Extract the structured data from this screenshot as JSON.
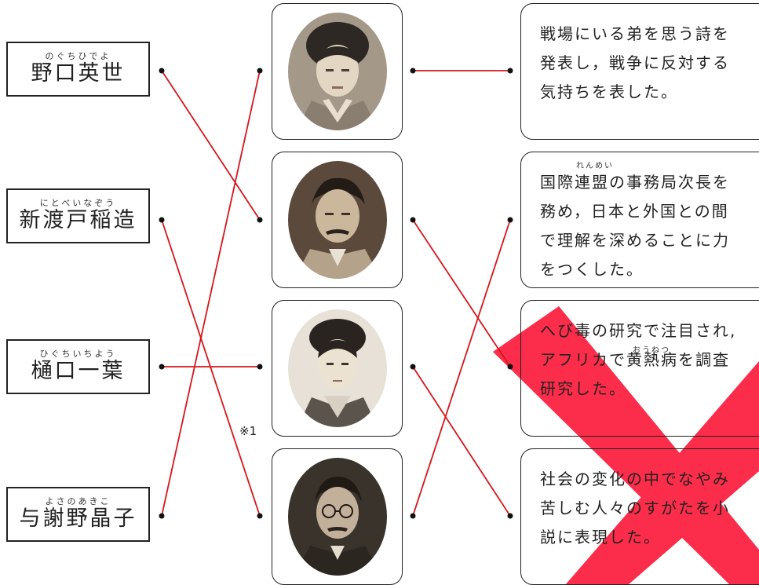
{
  "colors": {
    "line": "#d6151b",
    "watermark": "#fb2d4a",
    "dot": "#111111"
  },
  "names": [
    {
      "ruby": "のぐちひでよ",
      "name": "野口英世"
    },
    {
      "ruby": "にとべいなぞう",
      "name": "新渡戸稲造"
    },
    {
      "ruby": "ひぐちいちよう",
      "name": "樋口一葉"
    },
    {
      "ruby": "よさのあきこ",
      "name": "与謝野晶子"
    }
  ],
  "photos": [
    {
      "icon": "portrait-woman-kimono"
    },
    {
      "icon": "portrait-man-mustache"
    },
    {
      "icon": "portrait-young-woman"
    },
    {
      "icon": "portrait-man-glasses"
    }
  ],
  "descriptions": [
    {
      "ruby": "",
      "text": "戦場にいる弟を思う詩を\n発表し，戦争に反対する\n気持ちを表した。"
    },
    {
      "ruby": "れんめい",
      "text": "国際連盟の事務局次長を\n務め，日本と外国との間\nで理解を深めることに力\nをつくした。"
    },
    {
      "ruby": "おうねつ",
      "text": "へび毒の研究で注目され,\nアフリカで黄熱病を調査\n研究した。"
    },
    {
      "ruby": "",
      "text": "社会の変化の中でなやみ\n苦しむ人々のすがたを小\n説に表現した。"
    }
  ],
  "note": "※1"
}
